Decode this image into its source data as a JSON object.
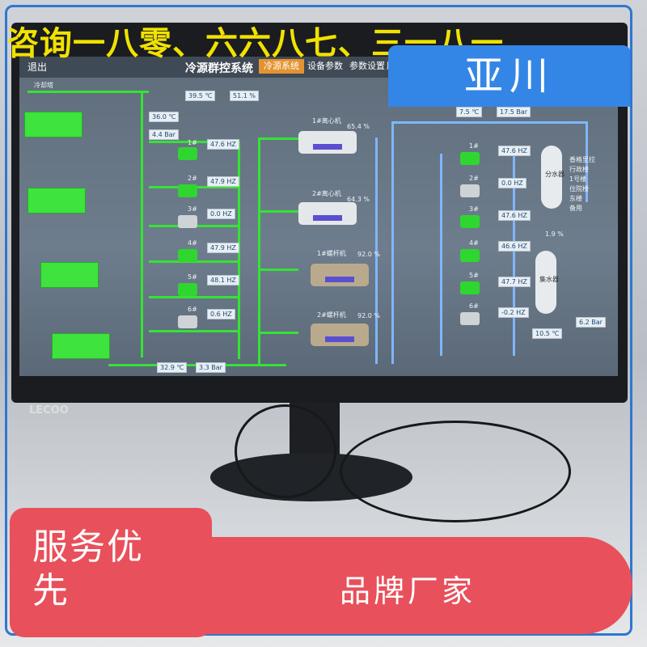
{
  "overlay": {
    "scroll_text": "咨询一八零、六六八七、三一八一",
    "brand": "亚川",
    "badge_left": "服务优先",
    "badge_right": "品牌厂家"
  },
  "screen": {
    "exit_label": "退出",
    "system_title": "冷源群控系统",
    "tabs": [
      "冷源系统",
      "设备参数",
      "参数设置",
      "历史"
    ],
    "section_tower": "冷却塔",
    "header_values": [
      "39.5 ℃",
      "51.1 %"
    ],
    "top_right_values": [
      "7.5 ℃",
      "17.5 Bar"
    ],
    "left_temps": [
      "36.0 ℃",
      "4.4 Bar"
    ],
    "bottom_left_values": [
      "32.9 ℃",
      "3.3 Bar"
    ],
    "pumps_left": [
      {
        "name": "1#",
        "freq": "47.6 HZ"
      },
      {
        "name": "2#",
        "freq": "47.9 HZ"
      },
      {
        "name": "3#",
        "freq": "0.0 HZ"
      },
      {
        "name": "4#",
        "freq": "47.9 HZ"
      },
      {
        "name": "5#",
        "freq": "48.1 HZ"
      },
      {
        "name": "6#",
        "freq": "0.6 HZ"
      }
    ],
    "chillers": [
      {
        "name": "1#离心机",
        "load": "65.4 %"
      },
      {
        "name": "2#离心机",
        "load": "64.3 %"
      },
      {
        "name": "1#螺杆机",
        "load": "92.0 %"
      },
      {
        "name": "2#螺杆机",
        "load": "92.0 %"
      }
    ],
    "pumps_right": [
      {
        "name": "1#",
        "freq": "47.6 HZ"
      },
      {
        "name": "2#",
        "freq": "0.0 HZ"
      },
      {
        "name": "3#",
        "freq": "47.6 HZ"
      },
      {
        "name": "4#",
        "freq": "46.6 HZ"
      },
      {
        "name": "5#",
        "freq": "47.7 HZ"
      },
      {
        "name": "6#",
        "freq": "-0.2 HZ"
      }
    ],
    "tank_labels": [
      "分水器",
      "集水器"
    ],
    "tank_mid_value": "1.9 %",
    "right_values": [
      "10.5 ℃",
      "6.2 Bar"
    ],
    "branches": [
      "香格里拉",
      "行政楼",
      "1号楼",
      "住院楼",
      "东楼",
      "备用"
    ],
    "bezel_logo": "LECOO"
  },
  "colors": {
    "frame": "#2f77d0",
    "brand": "#3486e6",
    "ribbon": "#e8505b",
    "scroll_text": "#f1e200",
    "pipe_green": "#35e335",
    "pipe_blue": "#7fb6ff"
  }
}
